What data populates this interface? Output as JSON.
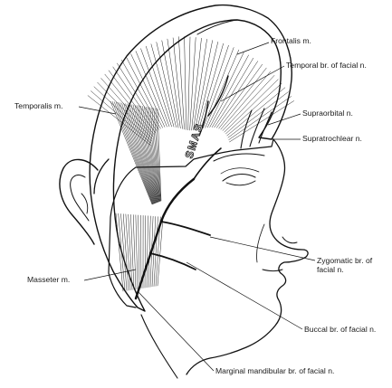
{
  "figure": {
    "labels": {
      "frontalis": "Frontalis m.",
      "temporal_branch": "Temporal br. of facial n.",
      "temporalis": "Temporalis m.",
      "supraorbital": "Supraorbital n.",
      "supratrochlear": "Supratrochlear n.",
      "zygomatic_branch": "Zygomatic br. of facial n.",
      "masseter": "Masseter m.",
      "buccal_branch": "Buccal br. of facial n.",
      "marginal_mandibular_branch": "Marginal mandibular br. of facial n."
    },
    "flap_text": "SMAS"
  }
}
